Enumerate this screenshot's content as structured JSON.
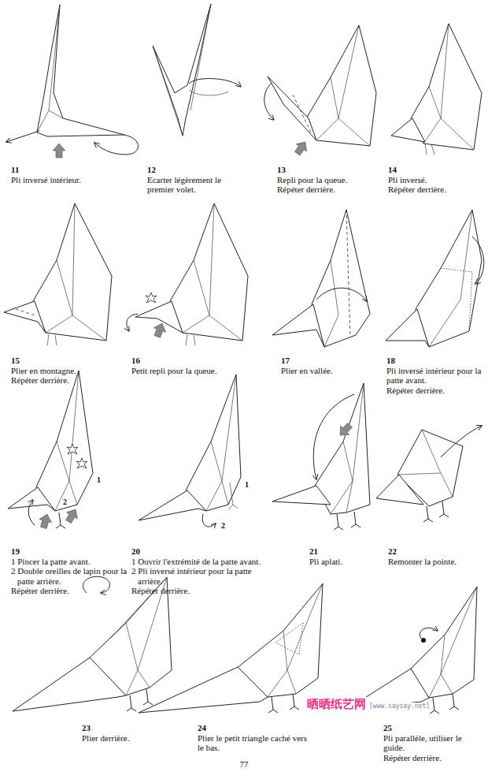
{
  "diagram": {
    "labels": [
      "11",
      "Pli inversé intérieur.",
      "12",
      "Ecarter légèrement le premier volet.",
      "13",
      "Repli pour la queue.",
      "Répéter derrière.",
      "14",
      "Pli inversé.",
      "Répéter derrière.",
      "15",
      "Plier en montagne.",
      "Répéter derrière.",
      "16",
      "Petit repli pour la queue.",
      "17",
      "Plier en vallée.",
      "18",
      "Pli inversé intérieur pour la patte avant.",
      "Répéter derrière.",
      "1",
      "2",
      "19",
      "1 Pincer la patte avant.",
      "2 Double oreilles de lapin pour la patte arrière.",
      "Répéter derrière.",
      "1",
      "2",
      "20",
      "1 Ouvrir l'extrémité de la patte avant.",
      "2 Pli inversé intérieur pour la patte arrière.",
      "Répéter derrière.",
      "21",
      "Pli aplati.",
      "22",
      "Remonter la pointe.",
      "23",
      "Plier derrière.",
      "24",
      "Plier le petit triangle caché vers le bas.",
      "晒晒纸艺网",
      "[www.saysay.net]",
      "25",
      "Pli parallèle, utiliser le guide.",
      "Répéter derrière.",
      "77"
    ]
  }
}
